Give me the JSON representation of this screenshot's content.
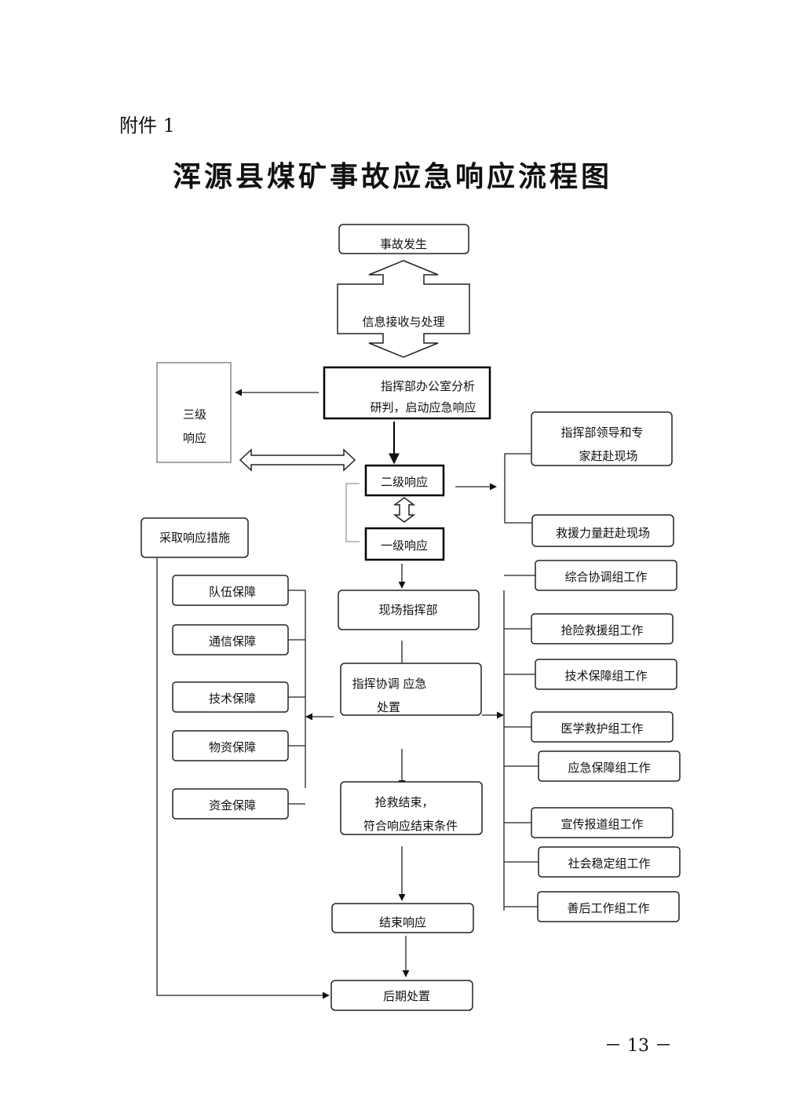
{
  "attachment_label": "附件 1",
  "title": "浑源县煤矿事故应急响应流程图",
  "page_number": "－ 13 －",
  "nodes": {
    "accident": "事故发生",
    "info": "信息接收与处理",
    "office_line1": "指挥部办公室分析",
    "office_line2": "研判，启动应急响应",
    "level3_line1": "三级",
    "level3_line2": "响应",
    "level2": "二级响应",
    "level1": "一级响应",
    "leaders_line1": "指挥部领导和专",
    "leaders_line2": "家赶赴现场",
    "rescue_force": "救援力量赶赴现场",
    "measures": "采取响应措施",
    "site_hq": "现场指挥部",
    "coord_line1": "指挥协调 应急",
    "coord_line2": "处置",
    "end_line1": "抢救结束，",
    "end_line2": "符合响应结束条件",
    "end_response": "结束响应",
    "aftermath": "后期处置"
  },
  "guarantees": [
    "队伍保障",
    "通信保障",
    "技术保障",
    "物资保障",
    "资金保障"
  ],
  "work_groups": [
    "综合协调组工作",
    "抢险救援组工作",
    "技术保障组工作",
    "医学救护组工作",
    "应急保障组工作",
    "宣传报道组工作",
    "社会稳定组工作",
    "善后工作组工作"
  ]
}
